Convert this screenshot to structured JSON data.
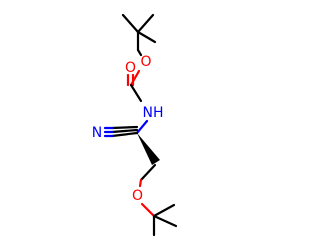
{
  "molecule": {
    "colors": {
      "bond": "#000000",
      "oxygen": "#ff0000",
      "nitrogen": "#0000ff",
      "background": "#ffffff"
    },
    "atom_labels": {
      "carbonyl_oxygen": "O",
      "ester_oxygen": "O",
      "amide_nh": "NH",
      "nitrile_n": "N",
      "ether_oxygen": "O"
    }
  }
}
